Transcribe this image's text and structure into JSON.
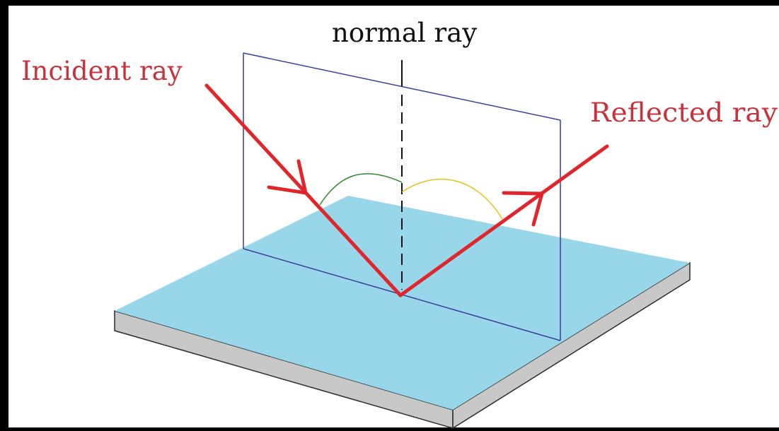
{
  "labels": {
    "normal": "normal ray",
    "incident": "Incident ray",
    "reflected": "Reflected ray"
  },
  "colors": {
    "background_frame": "#000000",
    "canvas": "#ffffff",
    "surface_top": "#98d6e9",
    "surface_edge": "#c8c8c8",
    "outline": "#2a2a2a",
    "plane": "#3b3f9a",
    "ray": "#e0262a",
    "label_red": "#c8323a",
    "label_black": "#111111",
    "incidence_arc": "#2e8b2e",
    "reflection_arc": "#e7c11c"
  }
}
